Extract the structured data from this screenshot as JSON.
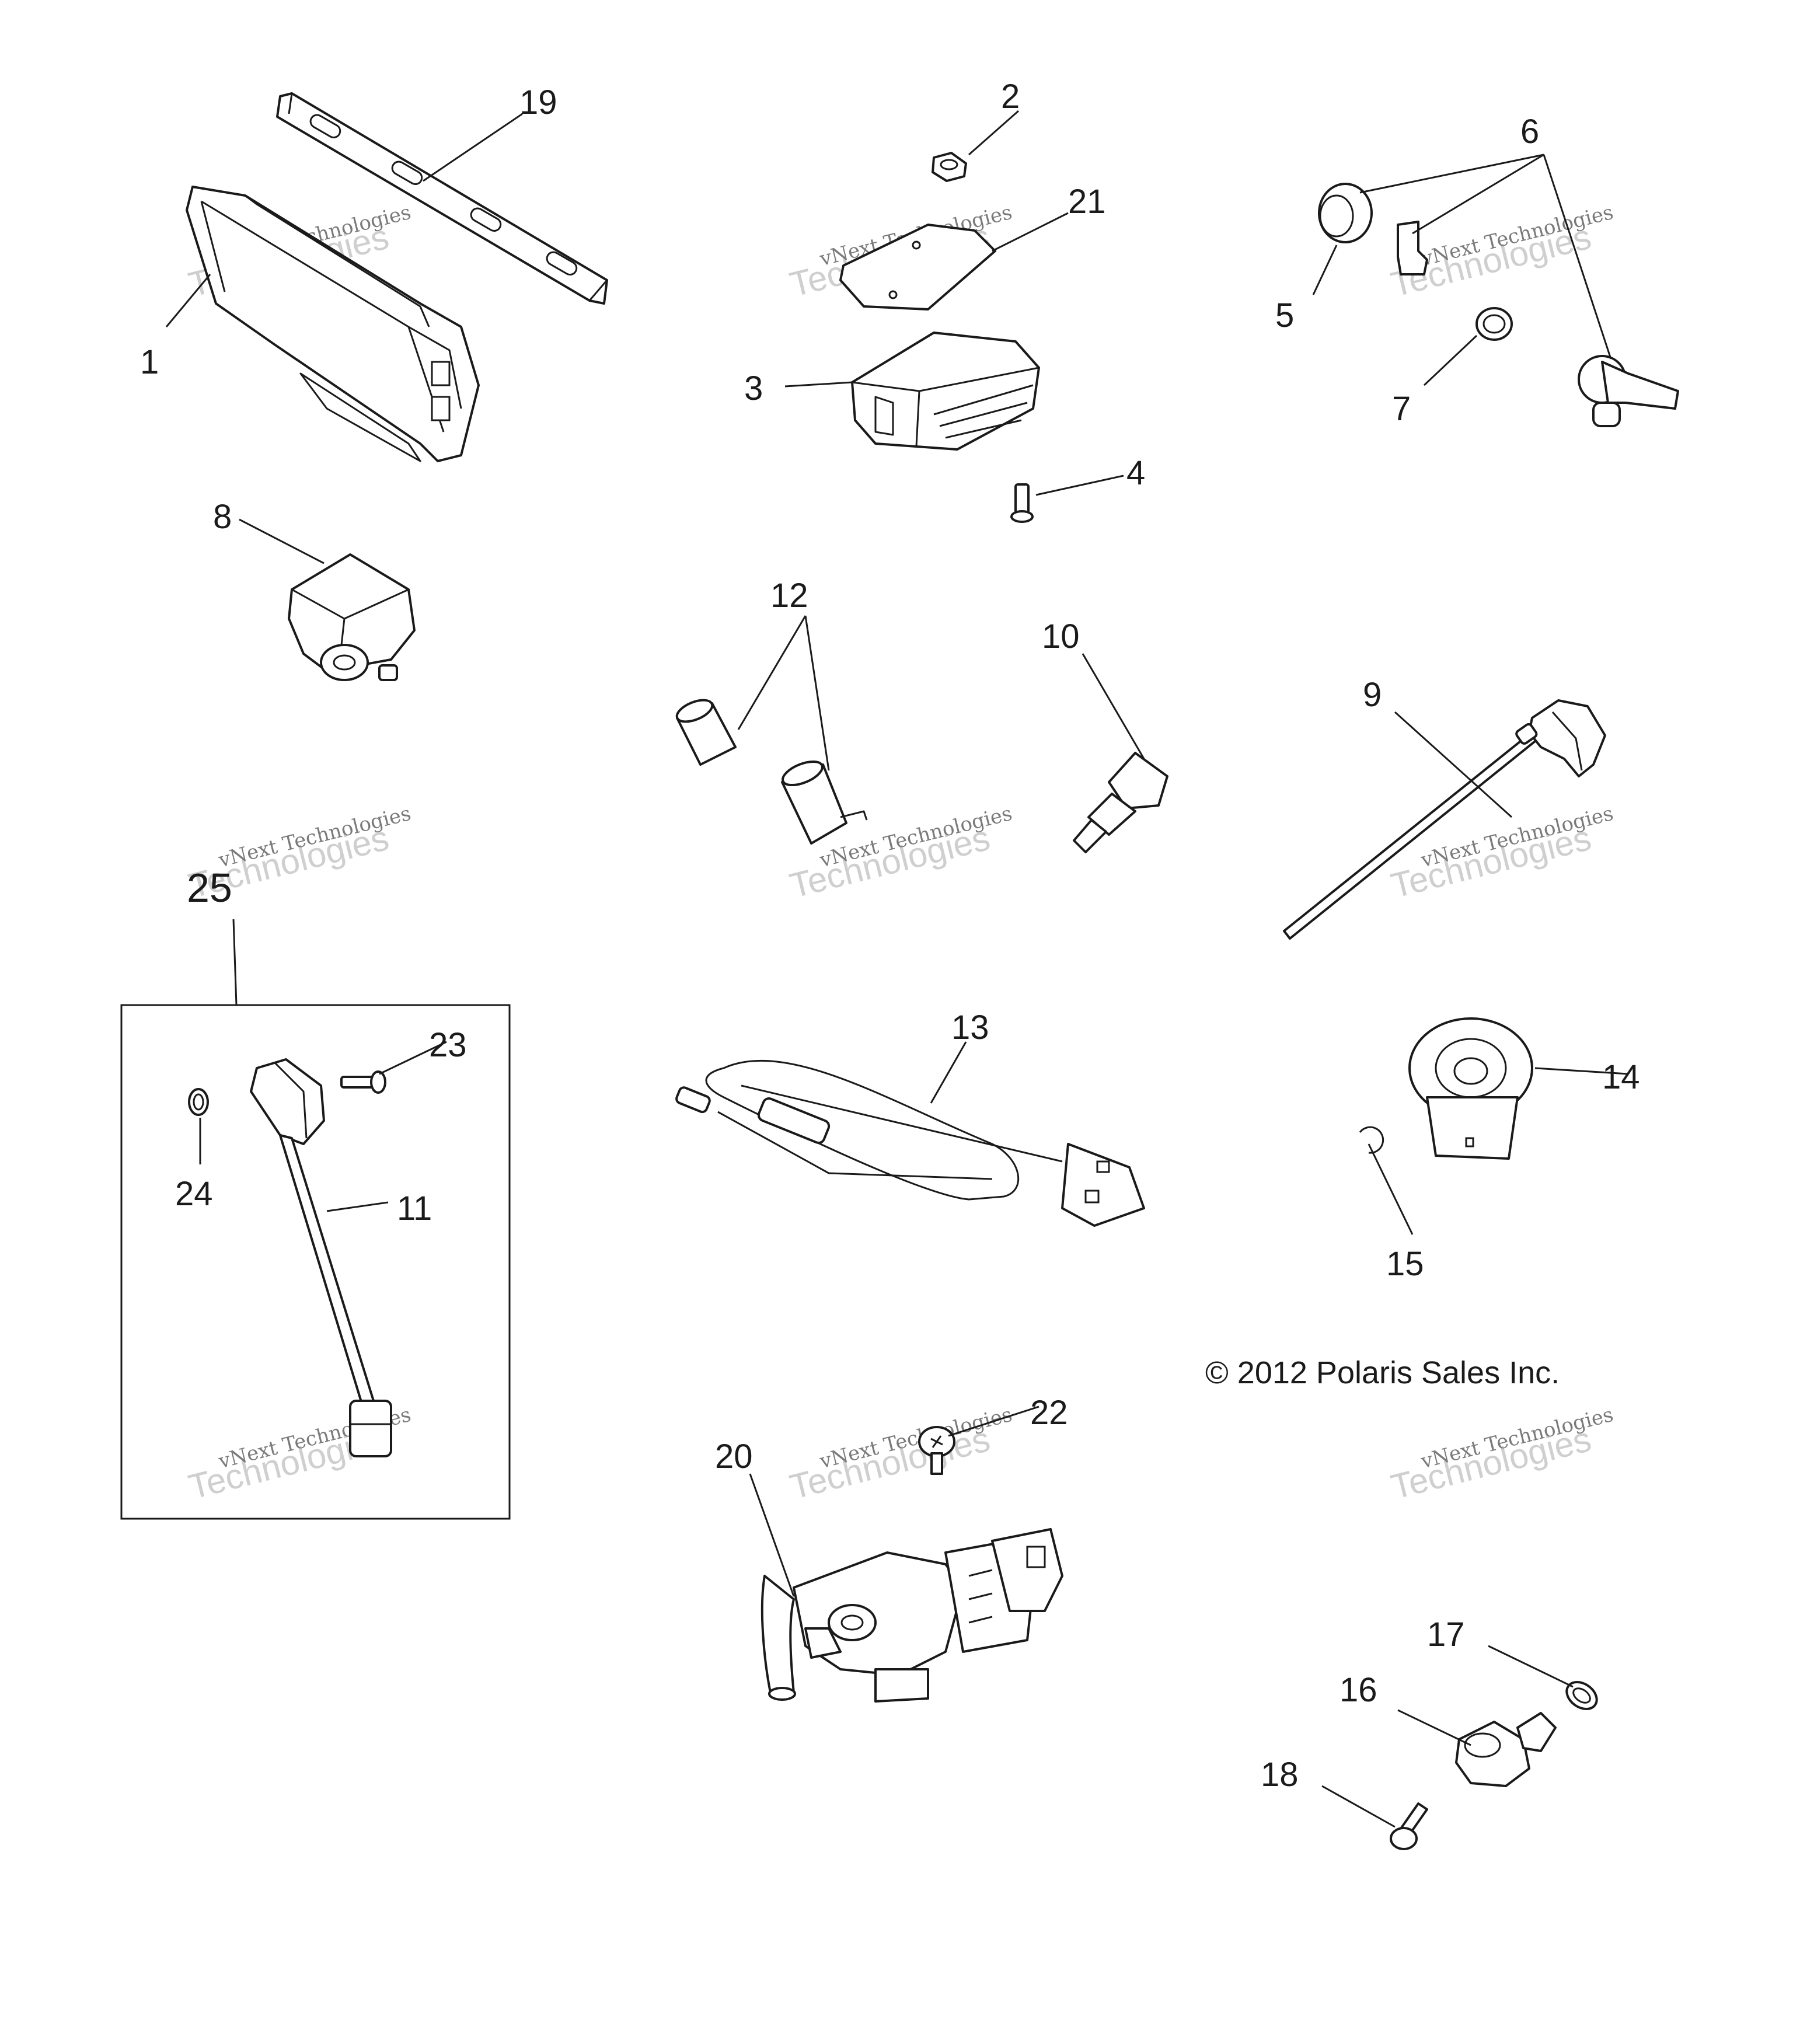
{
  "copyright": "© 2012 Polaris Sales Inc.",
  "watermark": {
    "line1": "vNext Technologies",
    "line2": "Technologies"
  },
  "callouts": {
    "c1": "1",
    "c2": "2",
    "c3": "3",
    "c4": "4",
    "c5": "5",
    "c6": "6",
    "c7": "7",
    "c8": "8",
    "c9": "9",
    "c10": "10",
    "c11": "11",
    "c12": "12",
    "c13": "13",
    "c14": "14",
    "c15": "15",
    "c16": "16",
    "c17": "17",
    "c18": "18",
    "c19": "19",
    "c20": "20",
    "c21": "21",
    "c22": "22",
    "c23": "23",
    "c24": "24",
    "c25": "25"
  }
}
